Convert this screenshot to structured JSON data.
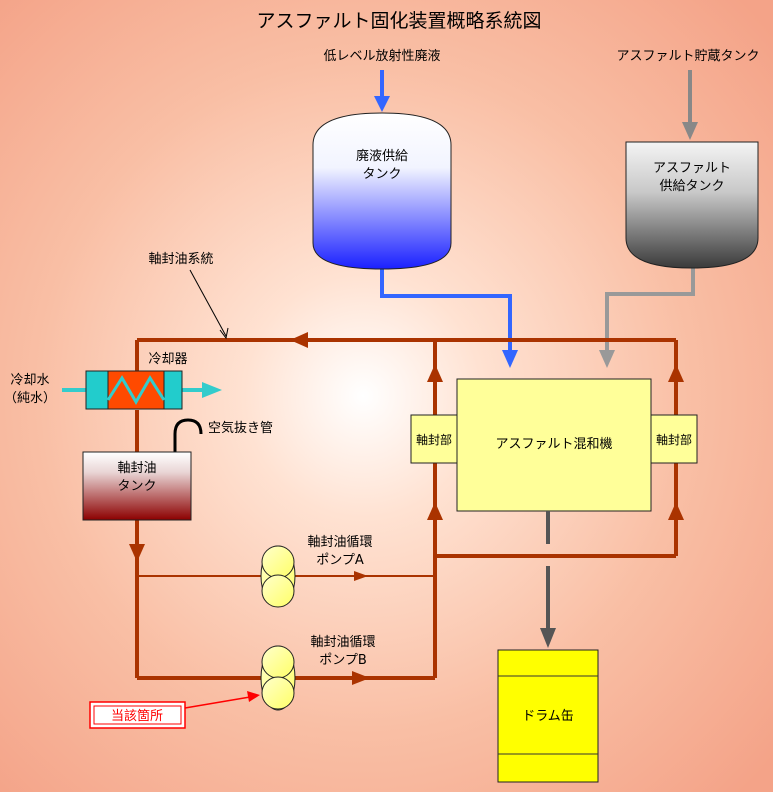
{
  "title": "アスファルト固化装置概略系統図",
  "labels": {
    "waste_liquid": "低レベル放射性廃液",
    "asphalt_storage": "アスファルト貯蔵タンク",
    "waste_tank_line1": "廃液供給",
    "waste_tank_line2": "タンク",
    "asphalt_tank_line1": "アスファルト",
    "asphalt_tank_line2": "供給タンク",
    "shaft_seal_system": "軸封油系統",
    "cooler": "冷却器",
    "cooling_water_line1": "冷却水",
    "cooling_water_line2": "（純水）",
    "air_vent": "空気抜き管",
    "seal_tank_line1": "軸封油",
    "seal_tank_line2": "タンク",
    "mixer": "アスファルト混和機",
    "shaft_seal_left": "軸封部",
    "shaft_seal_right": "軸封部",
    "pump_a_line1": "軸封油循環",
    "pump_a_line2": "ポンプA",
    "pump_b_line1": "軸封油循環",
    "pump_b_line2": "ポンプB",
    "drum": "ドラム缶",
    "relevant_location": "当該箇所"
  },
  "colors": {
    "waste_line": "#3366ff",
    "asphalt_line": "#888888",
    "seal_oil_line": "#aa3300",
    "cooling_water": "#33cccc",
    "mixer_fill": "#ffff99",
    "drum_fill": "#ffff00",
    "highlight": "#ff0000"
  }
}
